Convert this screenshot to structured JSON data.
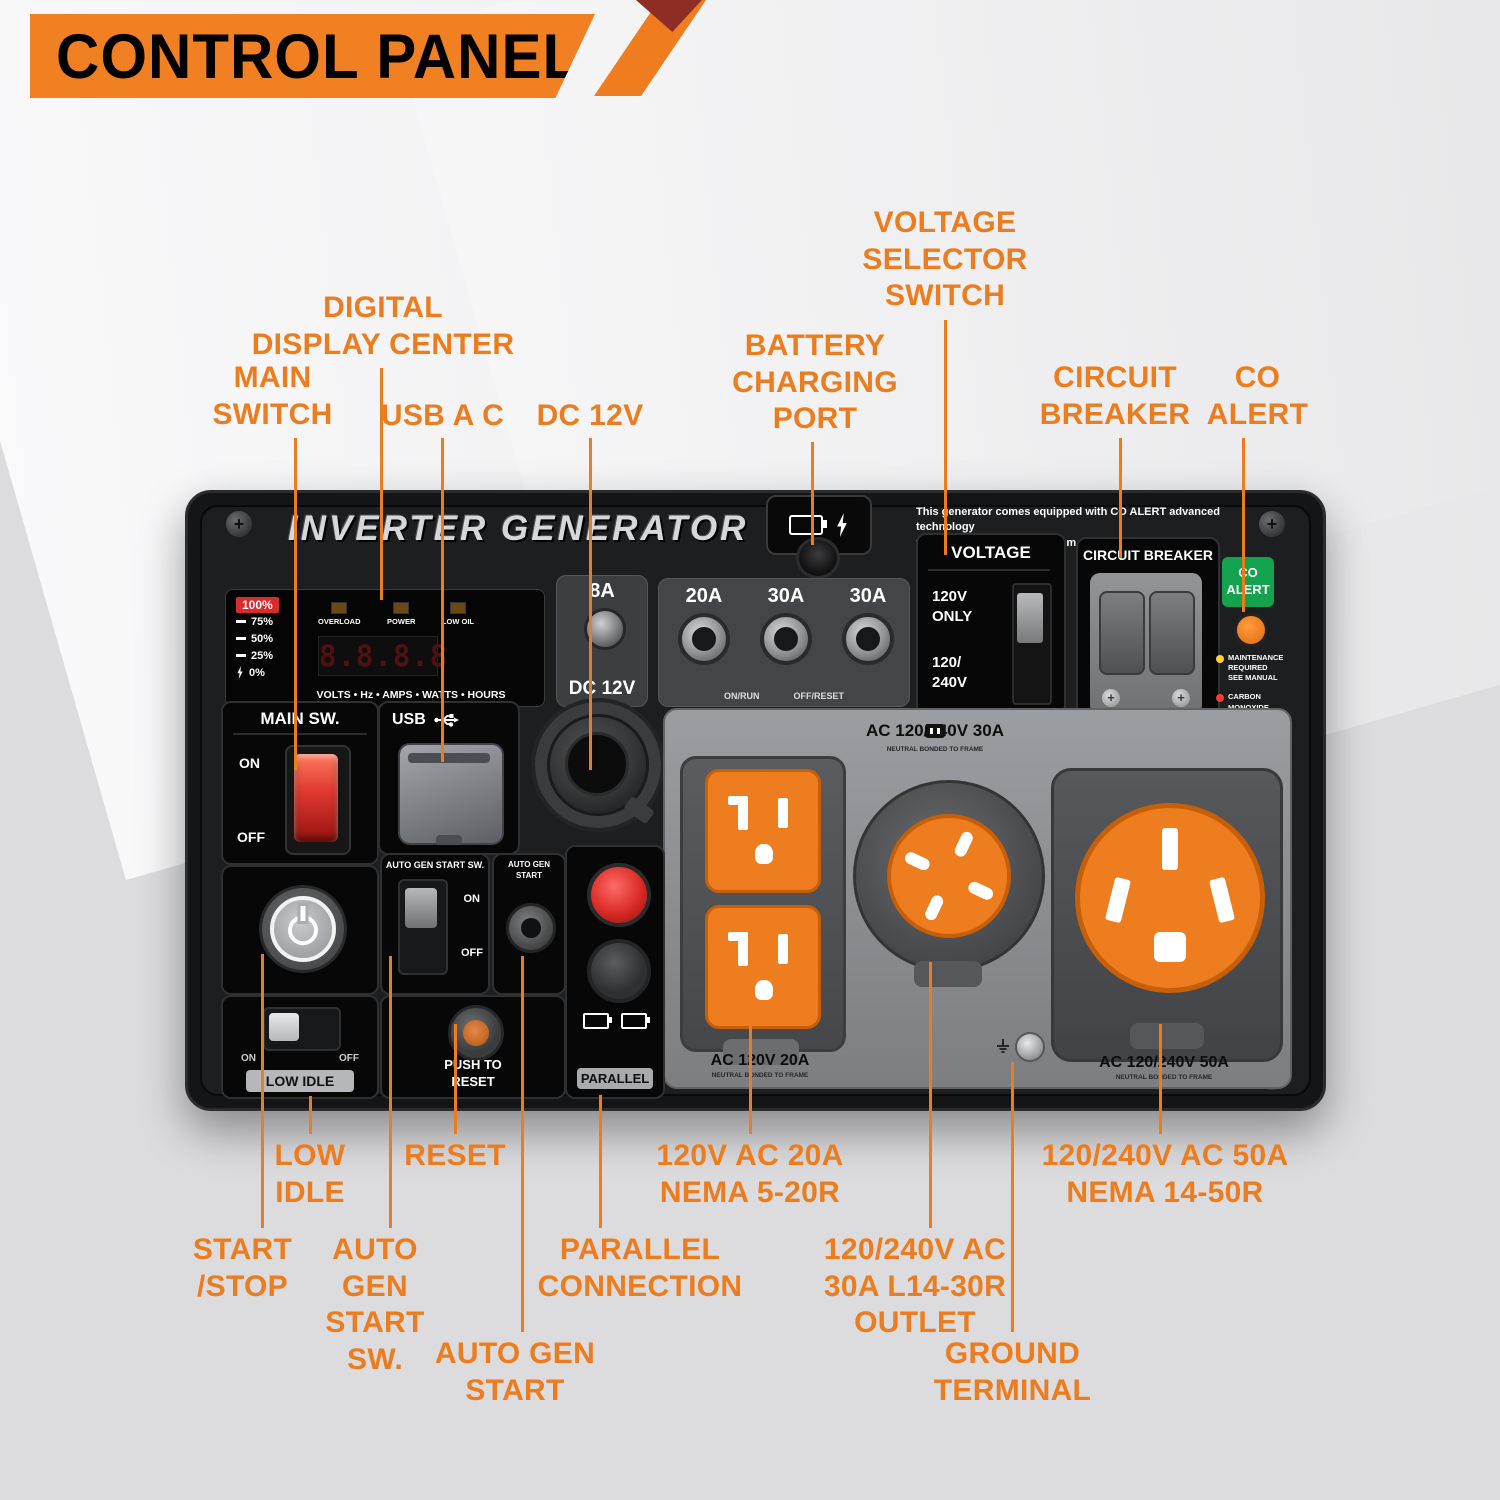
{
  "colors": {
    "accent": "#ed7c1e",
    "header_bg": "#f08021",
    "panel_bg": "#141516",
    "co_alert_green": "#13a24d",
    "rocker_red": "#e03a30",
    "outlet_orange": "#ed7d1f"
  },
  "header": {
    "title": "CONTROL PANEL"
  },
  "panel": {
    "brand": "INVERTER GENERATOR",
    "co_notice": "This generator comes equipped with CO ALERT advanced technology\nto prevent death or injury from carbon monoxide poisoning.",
    "display": {
      "gauge": [
        "100%",
        "75%",
        "50%",
        "25%",
        "0%"
      ],
      "leds": [
        "OVERLOAD",
        "POWER",
        "LOW OIL"
      ],
      "digits": "8.8.8.8",
      "units": "VOLTS • Hz • AMPS • WATTS • HOURS"
    },
    "dc": {
      "amp": "8A",
      "label": "DC 12V"
    },
    "breakers": {
      "labels": [
        "20A",
        "30A",
        "30A"
      ],
      "note_on": "ON/RUN",
      "note_off": "OFF/RESET"
    },
    "voltage": {
      "title": "VOLTAGE",
      "opt_top": "120V\nONLY",
      "opt_bottom": "120/\n240V"
    },
    "circuit_breaker": {
      "title": "CIRCUIT BREAKER"
    },
    "co_alert": {
      "badge": "CO\nALERT",
      "maintenance": "MAINTENANCE\nREQUIRED\nSEE MANUAL",
      "carbon_monoxide": "CARBON\nMONOXIDE\nDETECTED"
    },
    "main_sw": {
      "title": "MAIN SW.",
      "on": "ON",
      "off": "OFF"
    },
    "usb": {
      "title": "USB"
    },
    "outlets": {
      "ac30": {
        "label": "AC 120/240V 30A",
        "sub": "NEUTRAL BONDED TO FRAME"
      },
      "ac20": {
        "label": "AC 120V 20A",
        "sub": "NEUTRAL BONDED TO FRAME"
      },
      "ac50": {
        "label": "AC 120/240V 50A",
        "sub": "NEUTRAL BONDED TO FRAME"
      }
    },
    "auto_gen_sw": {
      "title": "AUTO GEN START SW.",
      "on": "ON",
      "off": "OFF"
    },
    "auto_gen_port": {
      "title": "AUTO GEN\nSTART"
    },
    "parallel": {
      "label": "PARALLEL"
    },
    "low_idle": {
      "on": "ON",
      "off": "OFF",
      "label": "LOW IDLE"
    },
    "reset": {
      "label": "PUSH TO\nRESET"
    }
  },
  "callouts": [
    {
      "id": "digital-display-center",
      "text": "DIGITAL\nDISPLAY CENTER"
    },
    {
      "id": "main-switch",
      "text": "MAIN\nSWITCH"
    },
    {
      "id": "usb-a-c",
      "text": "USB A C"
    },
    {
      "id": "dc-12v",
      "text": "DC 12V"
    },
    {
      "id": "battery-charging-port",
      "text": "BATTERY\nCHARGING\nPORT"
    },
    {
      "id": "voltage-selector-switch",
      "text": "VOLTAGE\nSELECTOR\nSWITCH"
    },
    {
      "id": "circuit-breaker",
      "text": "CIRCUIT\nBREAKER"
    },
    {
      "id": "co-alert",
      "text": "CO\nALERT"
    },
    {
      "id": "low-idle",
      "text": "LOW\nIDLE"
    },
    {
      "id": "reset",
      "text": "RESET"
    },
    {
      "id": "start-stop",
      "text": "START\n/STOP"
    },
    {
      "id": "auto-gen-start-sw",
      "text": "AUTO GEN\nSTART\nSW."
    },
    {
      "id": "parallel-connection",
      "text": "PARALLEL\nCONNECTION"
    },
    {
      "id": "auto-gen-start",
      "text": "AUTO GEN\nSTART"
    },
    {
      "id": "outlet-20a",
      "text": "120V AC 20A\nNEMA 5-20R"
    },
    {
      "id": "outlet-30a",
      "text": "120/240V AC\n30A L14-30R\nOUTLET"
    },
    {
      "id": "ground-terminal",
      "text": "GROUND\nTERMINAL"
    },
    {
      "id": "outlet-50a",
      "text": "120/240V AC 50A\nNEMA 14-50R"
    }
  ]
}
